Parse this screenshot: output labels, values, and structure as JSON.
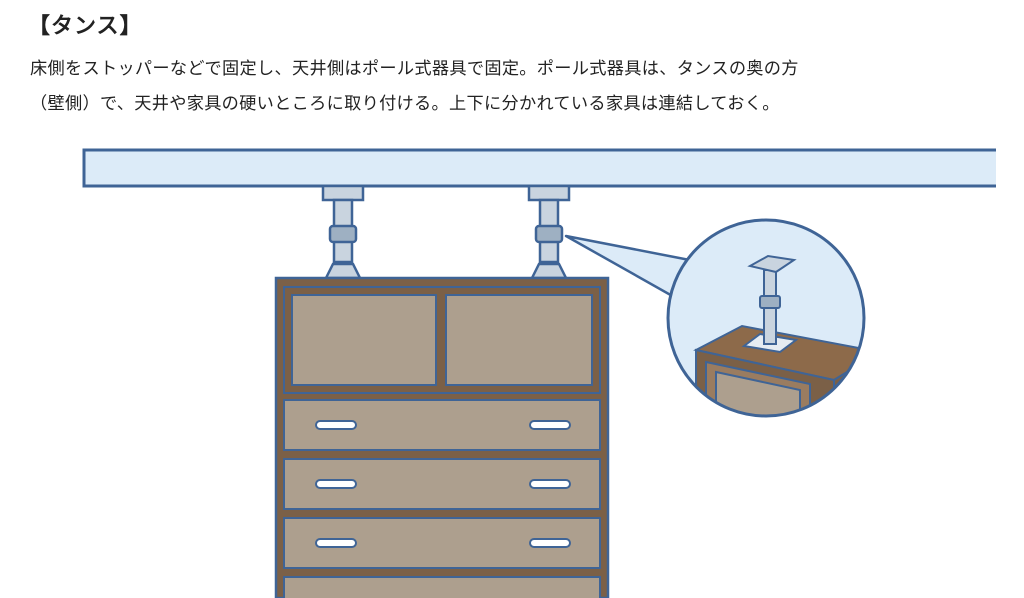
{
  "heading": "【タンス】",
  "description": {
    "line1": "床側をストッパーなどで固定し、天井側はポール式器具で固定。ポール式器具は、タンスの奥の方",
    "line2": "（壁側）で、天井や家具の硬いところに取り付ける。上下に分かれている家具は連結しておく。"
  },
  "colors": {
    "outline": "#3f6496",
    "ceiling_fill": "#dcebf8",
    "pole_fill": "#c9d4df",
    "pole_shade": "#9eb0c2",
    "cabinet_frame": "#7b6047",
    "cabinet_panel": "#ad9f8e",
    "cabinet_top": "#8d6a4a",
    "handle": "#ffffff"
  }
}
